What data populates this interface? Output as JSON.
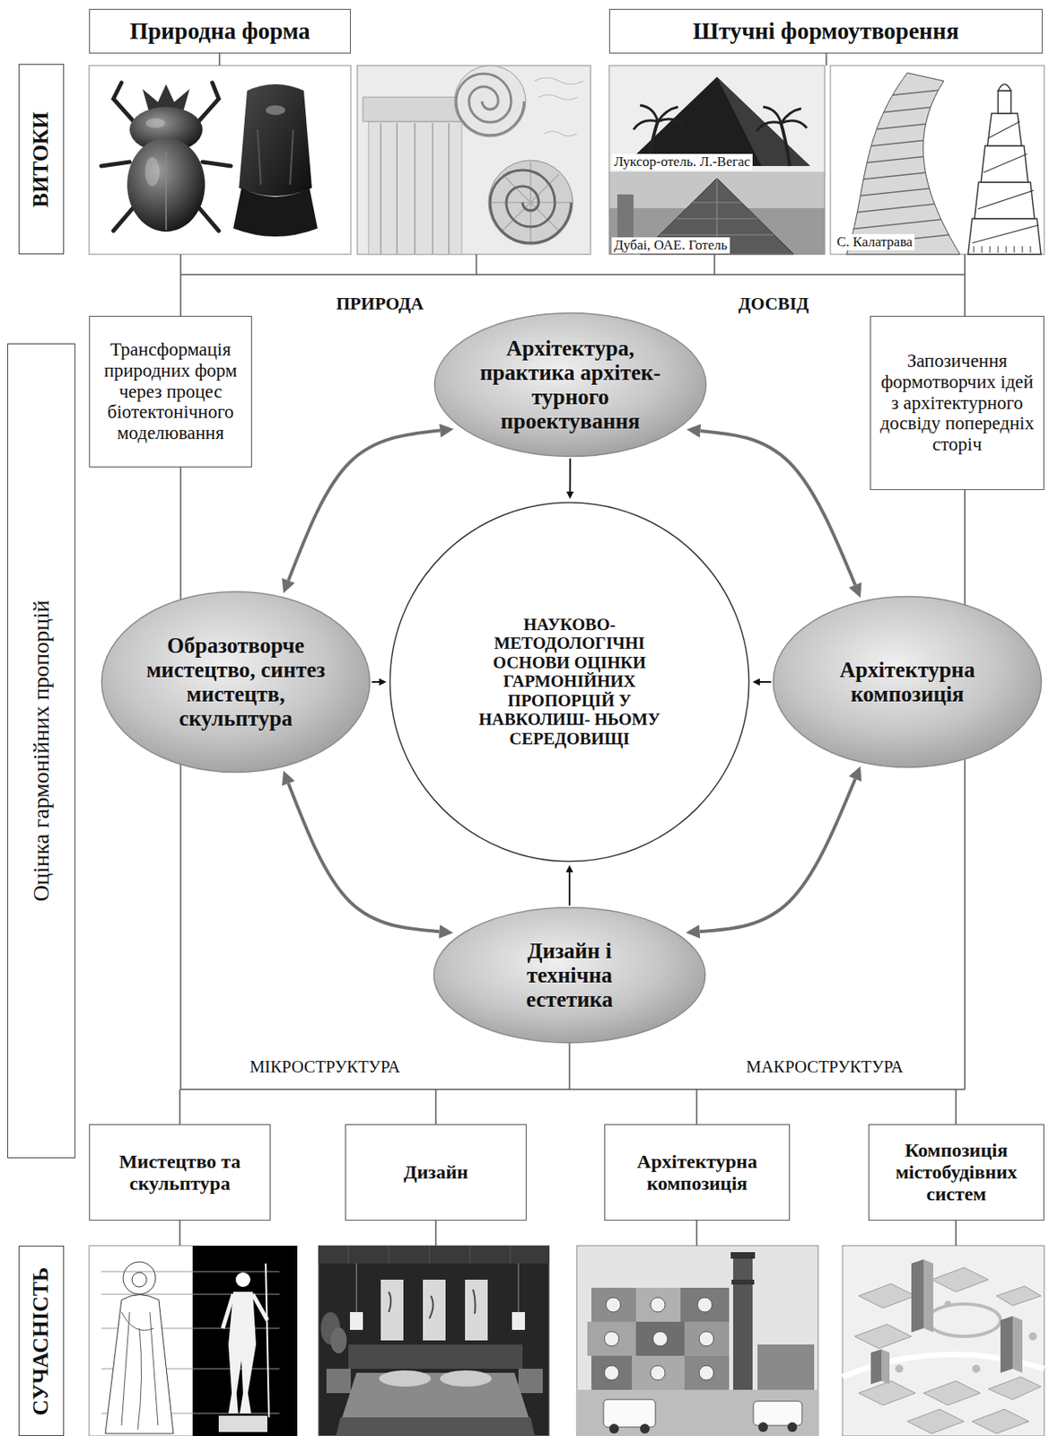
{
  "diagram": {
    "nodes": [
      {
        "text": [
          "Природна форма"
        ]
      },
      {
        "text": [
          "Штучні формоутворення"
        ]
      },
      {
        "text": [
          "ВИТОКИ"
        ]
      },
      {
        "text": [
          "Трансформація природних форм через процес біотектонічного моделювання"
        ]
      },
      {
        "text": [
          "Архітектура, практика архітек- турного проектування"
        ]
      },
      {
        "text": [
          "Запозичення формотворчих ідей з архітектурного досвіду попередніх сторіч"
        ]
      },
      {
        "text": [
          "Оцінка гармонійних пропорцій"
        ]
      },
      {
        "text": [
          "Образотворче мистецтво, синтез мистецтв, скульптура"
        ]
      },
      {
        "text": [
          "НАУКОВО- МЕТОДОЛОГІЧНІ ОСНОВИ ОЦІНКИ ГАРМОНІЙНИХ ПРОПОРЦІЙ У НАВКОЛИШ- НЬОМУ СЕРЕДОВИЩІ"
        ]
      },
      {
        "text": [
          "Архітектурна композиція"
        ]
      },
      {
        "text": [
          "Дизайн і технічна естетика"
        ]
      },
      {
        "text": [
          "Мистецтво та скульптура"
        ]
      },
      {
        "text": [
          "Дизайн"
        ]
      },
      {
        "text": [
          "Архітектурна композиція"
        ]
      },
      {
        "text": [
          "Композиція містобудівних систем"
        ]
      },
      {
        "text": [
          "СУЧАСНІСТЬ"
        ]
      }
    ],
    "edges": [
      {
        "from": 4,
        "to": 8,
        "arrow": "to"
      },
      {
        "from": 7,
        "to": 8,
        "arrow": "to"
      },
      {
        "from": 9,
        "to": 8,
        "arrow": "to"
      },
      {
        "from": 10,
        "to": 8,
        "arrow": "to"
      },
      {
        "from": 4,
        "to": 7,
        "arrow": "both"
      },
      {
        "from": 4,
        "to": 9,
        "arrow": "both"
      },
      {
        "from": 7,
        "to": 10,
        "arrow": "both"
      },
      {
        "from": 9,
        "to": 10,
        "arrow": "both"
      }
    ],
    "labels": [
      "ПРИРОДА",
      "ДОСВІД",
      "Луксор-отель. Л.-Вегас",
      "Дубаі, ОАЕ. Готель",
      "С. Калатрава",
      "МІКРОСТРУКТУРА",
      "МАКРОСТРУКТУРА"
    ]
  }
}
